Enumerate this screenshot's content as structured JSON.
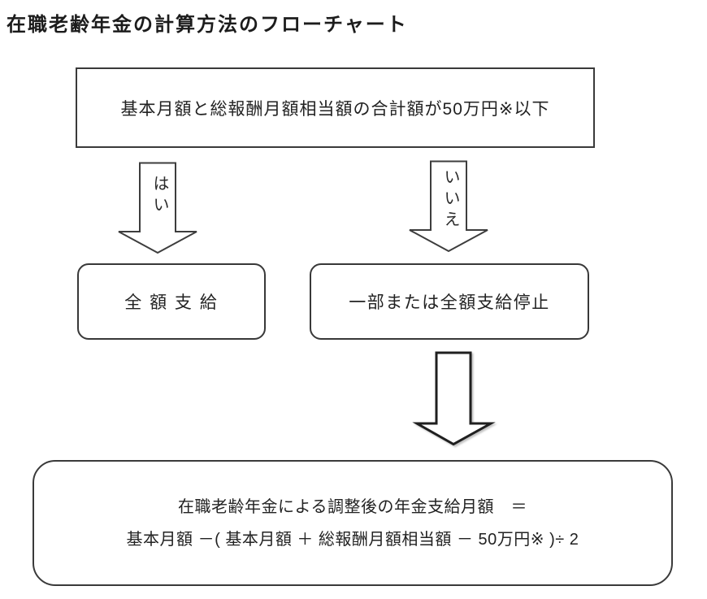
{
  "title": "在職老齢年金の計算方法のフローチャート",
  "flow": {
    "condition": "基本月額と総報酬月額相当額の合計額が50万円※以下",
    "yes_label": "はい",
    "no_label": "いいえ",
    "yes_result": "全 額 支 給",
    "no_result": "一部または全額支給停止",
    "formula_line1": "在職老齢年金による調整後の年金支給月額　＝",
    "formula_line2": "基本月額 －( 基本月額 ＋ 総報酬月額相当額 － 50万円※ )÷ 2"
  },
  "colors": {
    "background": "#ffffff",
    "border": "#3a3a3a",
    "text": "#222222"
  }
}
